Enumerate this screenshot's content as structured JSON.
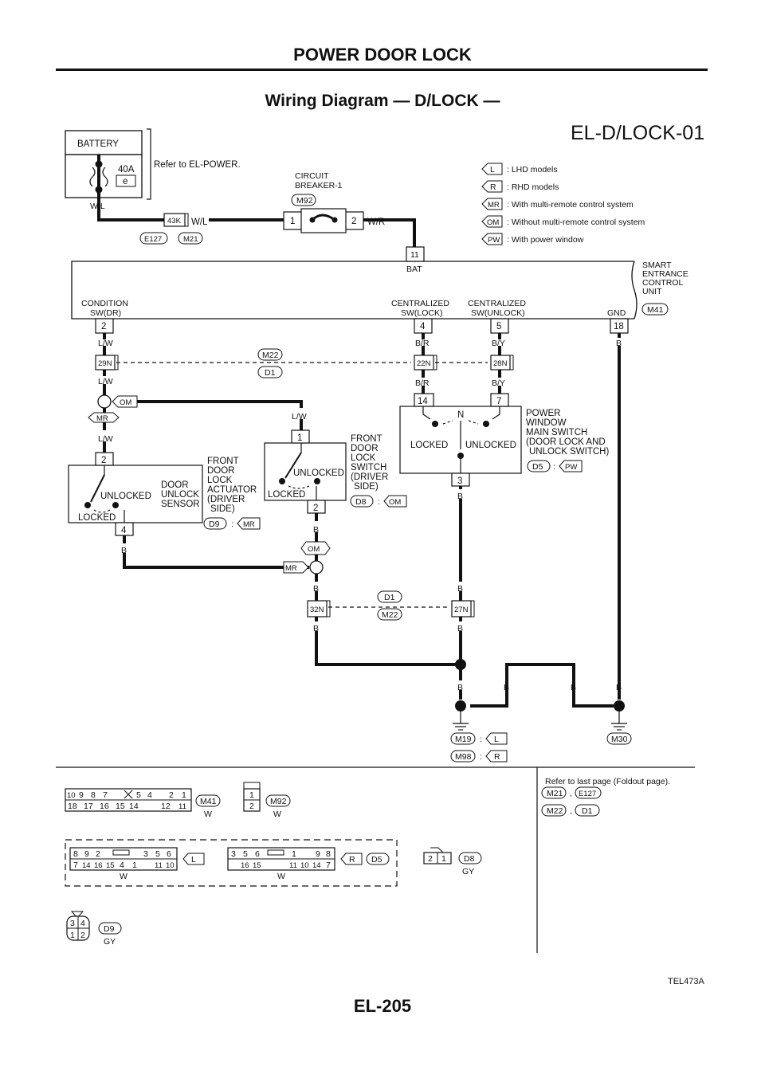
{
  "header": {
    "section_title": "POWER DOOR LOCK",
    "diagram_title": "Wiring Diagram — D/LOCK —",
    "diagram_code": "EL-D/LOCK-01",
    "figure_code": "TEL473A",
    "page_number": "EL-205"
  },
  "power": {
    "battery": "BATTERY",
    "fuse_rating": "40A",
    "fuse_id": "e",
    "refer": "Refer to EL-POWER.",
    "breaker_title_1": "CIRCUIT",
    "breaker_title_2": "BREAKER-1",
    "breaker_connector": "M92",
    "breaker_pin_1": "1",
    "breaker_pin_2": "2",
    "wire_wl": "W/L",
    "wire_wr": "W/R",
    "joint_connector": "43K",
    "joint_tag_1": "E127",
    "joint_tag_2": "M21"
  },
  "legend": [
    {
      "code": "L",
      "text": ": LHD models"
    },
    {
      "code": "R",
      "text": ": RHD models"
    },
    {
      "code": "MR",
      "text": ": With multi-remote control system"
    },
    {
      "code": "OM",
      "text": ": Without multi-remote control system"
    },
    {
      "code": "PW",
      "text": ": With power window"
    }
  ],
  "control_unit": {
    "name_1": "SMART",
    "name_2": "ENTRANCE",
    "name_3": "CONTROL",
    "name_4": "UNIT",
    "connector": "M41",
    "bat_pin": "11",
    "bat_label": "BAT",
    "cond_1": "CONDITION",
    "cond_2": "SW(DR)",
    "cond_pin": "2",
    "lock_1": "CENTRALIZED",
    "lock_2": "SW(LOCK)",
    "lock_pin": "4",
    "unlock_1": "CENTRALIZED",
    "unlock_2": "SW(UNLOCK)",
    "unlock_pin": "5",
    "gnd_label": "GND",
    "gnd_pin": "18"
  },
  "wires": {
    "lw": "L/W",
    "br": "B/R",
    "by": "B/Y",
    "b": "B",
    "c29": "29N",
    "c22": "22N",
    "c28": "28N",
    "c32": "32N",
    "c27": "27N",
    "link_top_1": "M22",
    "link_top_2": "D1",
    "link_bot_1": "D1",
    "link_bot_2": "M22",
    "om": "OM",
    "mr": "MR"
  },
  "actuator": {
    "pin_top": "2",
    "pin_bottom": "4",
    "unlocked": "UNLOCKED",
    "locked": "LOCKED",
    "sensor_1": "DOOR",
    "sensor_2": "UNLOCK",
    "sensor_3": "SENSOR",
    "name_1": "FRONT",
    "name_2": "DOOR",
    "name_3": "LOCK",
    "name_4": "ACTUATOR",
    "name_5": "(DRIVER",
    "name_6": "SIDE)",
    "connector": "D9",
    "variant": "MR"
  },
  "lock_switch": {
    "pin_top": "1",
    "pin_bottom": "2",
    "unlocked": "UNLOCKED",
    "locked": "LOCKED",
    "name_1": "FRONT",
    "name_2": "DOOR",
    "name_3": "LOCK",
    "name_4": "SWITCH",
    "name_5": "(DRIVER",
    "name_6": "SIDE)",
    "connector": "D8",
    "variant": "OM"
  },
  "window_switch": {
    "pin_left": "14",
    "pin_right": "7",
    "pin_bottom": "3",
    "neutral": "N",
    "locked": "LOCKED",
    "unlocked": "UNLOCKED",
    "name_1": "POWER",
    "name_2": "WINDOW",
    "name_3": "MAIN SWITCH",
    "name_4": "(DOOR LOCK AND",
    "name_5": "UNLOCK SWITCH)",
    "connector": "D5",
    "variant": "PW"
  },
  "grounds": {
    "g1_connector": "M19",
    "g1_variant": "L",
    "g2_connector": "M98",
    "g2_variant": "R",
    "g3_connector": "M30",
    "colon": ":"
  },
  "connectors": {
    "foldout": "Refer to last page (Foldout page).",
    "ref_1a": "M21",
    "ref_1b": "E127",
    "ref_2a": "M22",
    "ref_2b": "D1",
    "comma": ",",
    "m41": {
      "name": "M41",
      "color": "W",
      "row1": [
        "10",
        "9",
        "8",
        "7",
        "",
        "",
        "5",
        "4",
        "",
        "2",
        "1"
      ],
      "row2": [
        "18",
        "17",
        "16",
        "15",
        "14",
        "",
        "",
        "12",
        "11"
      ]
    },
    "m92": {
      "name": "M92",
      "color": "W",
      "pin1": "1",
      "pin2": "2"
    },
    "lhd": {
      "variant": "L",
      "color": "W",
      "row1": [
        "8",
        "9",
        "2",
        "",
        "3",
        "5",
        "6"
      ],
      "row2": [
        "7",
        "14",
        "16",
        "15",
        "4",
        "1",
        "",
        "11",
        "10"
      ]
    },
    "rhd": {
      "variant": "R",
      "color": "W",
      "row1": [
        "3",
        "5",
        "6",
        "",
        "1",
        "",
        "9",
        "8"
      ],
      "row2": [
        "",
        "16",
        "15",
        "",
        "11",
        "10",
        "14",
        "7"
      ]
    },
    "d5": {
      "name": "D5"
    },
    "d8": {
      "name": "D8",
      "color": "GY",
      "pins": [
        "2",
        "1"
      ]
    },
    "d9": {
      "name": "D9",
      "color": "GY",
      "row1": [
        "3",
        "4"
      ],
      "row2": [
        "1",
        "2"
      ]
    }
  }
}
